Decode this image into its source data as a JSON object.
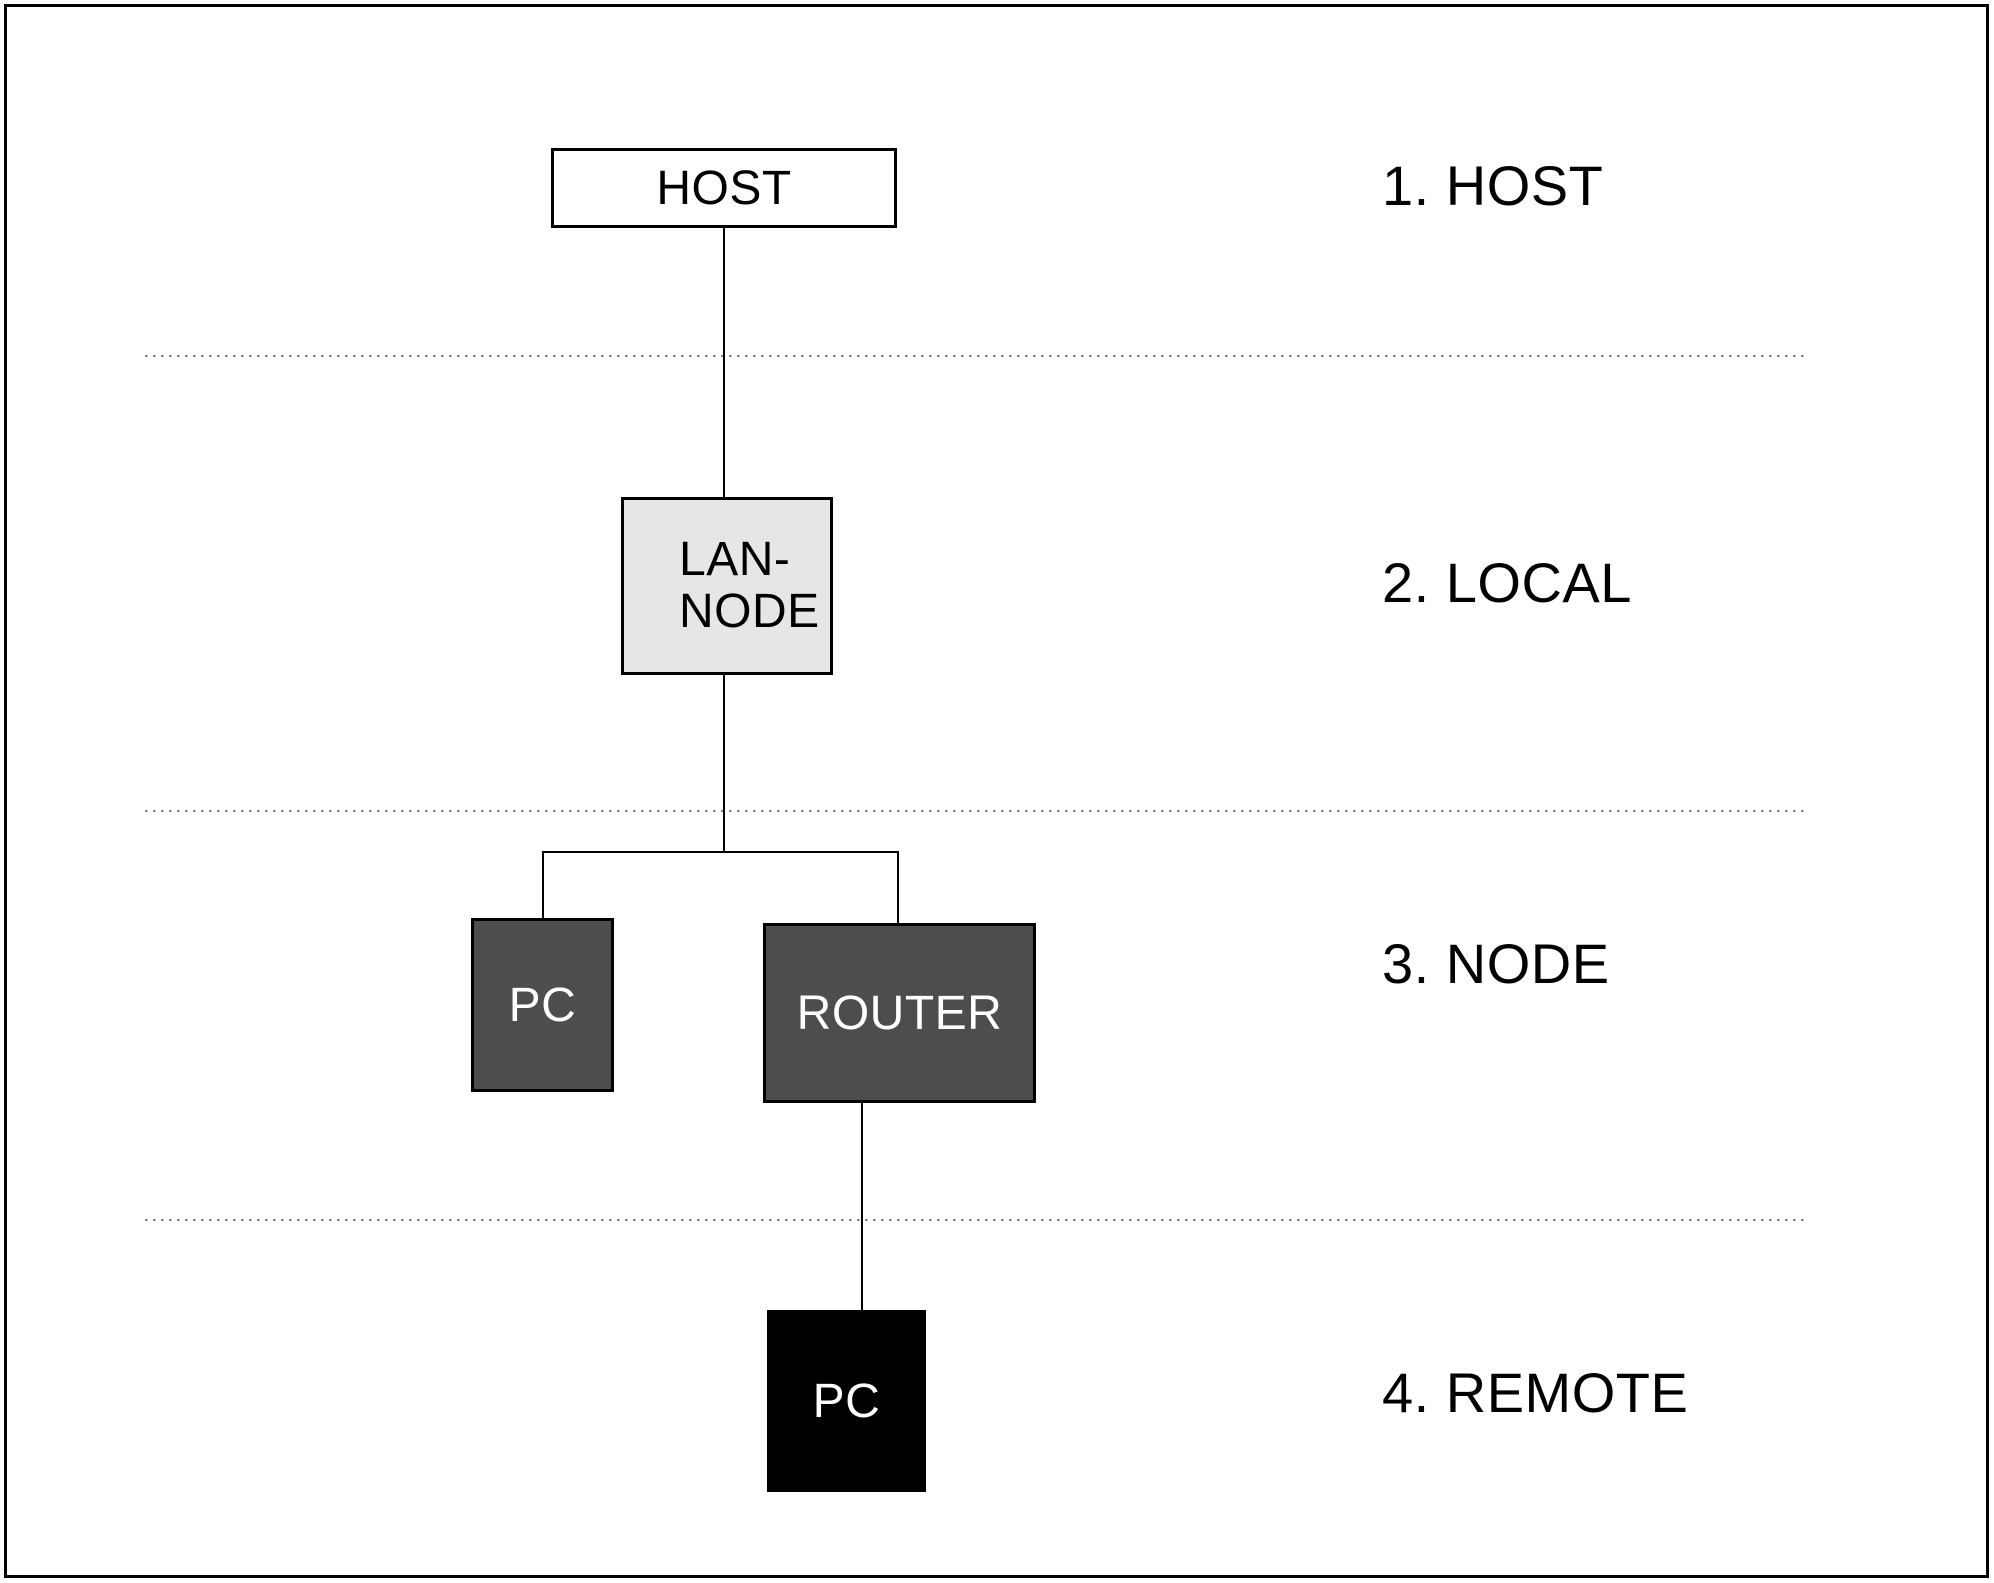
{
  "diagram": {
    "nodes": {
      "host": {
        "label": "HOST"
      },
      "lan_node": {
        "line1": "LAN-",
        "line2": "NODE"
      },
      "pc_local": {
        "label": "PC"
      },
      "router": {
        "label": "ROUTER"
      },
      "pc_remote": {
        "label": "PC"
      }
    },
    "tiers": [
      {
        "label": "1. HOST"
      },
      {
        "label": "2. LOCAL"
      },
      {
        "label": "3. NODE"
      },
      {
        "label": "4. REMOTE"
      }
    ],
    "colors": {
      "host_fill": "#ffffff",
      "lan_node_fill": "#e6e6e6",
      "node_fill": "#4d4d4d",
      "remote_fill": "#000000",
      "connector_line": "#000000",
      "dotted_divider": "#808080",
      "text_dark": "#000000",
      "text_light": "#ffffff"
    }
  }
}
